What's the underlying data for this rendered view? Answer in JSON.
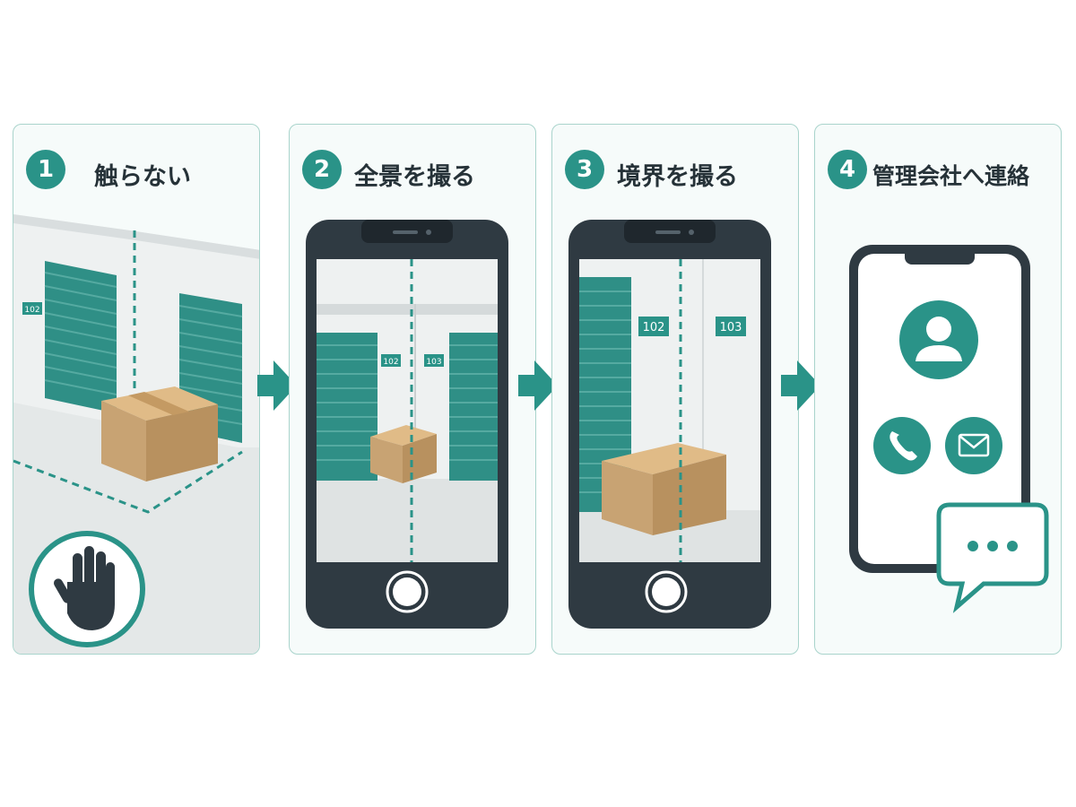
{
  "steps": [
    {
      "number": "1",
      "title": "触らない",
      "icon": "hand-stop-icon"
    },
    {
      "number": "2",
      "title": "全景を撮る",
      "icon": "smartphone-camera-icon"
    },
    {
      "number": "3",
      "title": "境界を撮る",
      "icon": "smartphone-camera-icon"
    },
    {
      "number": "4",
      "title": "管理会社へ連絡",
      "icon": "smartphone-contact-icon"
    }
  ],
  "units": {
    "left": "102",
    "right": "103"
  },
  "colors": {
    "accent": "#2a9388",
    "phone": "#2f3a42",
    "box": "#c8a373",
    "panel_border": "#a9d4cc"
  }
}
